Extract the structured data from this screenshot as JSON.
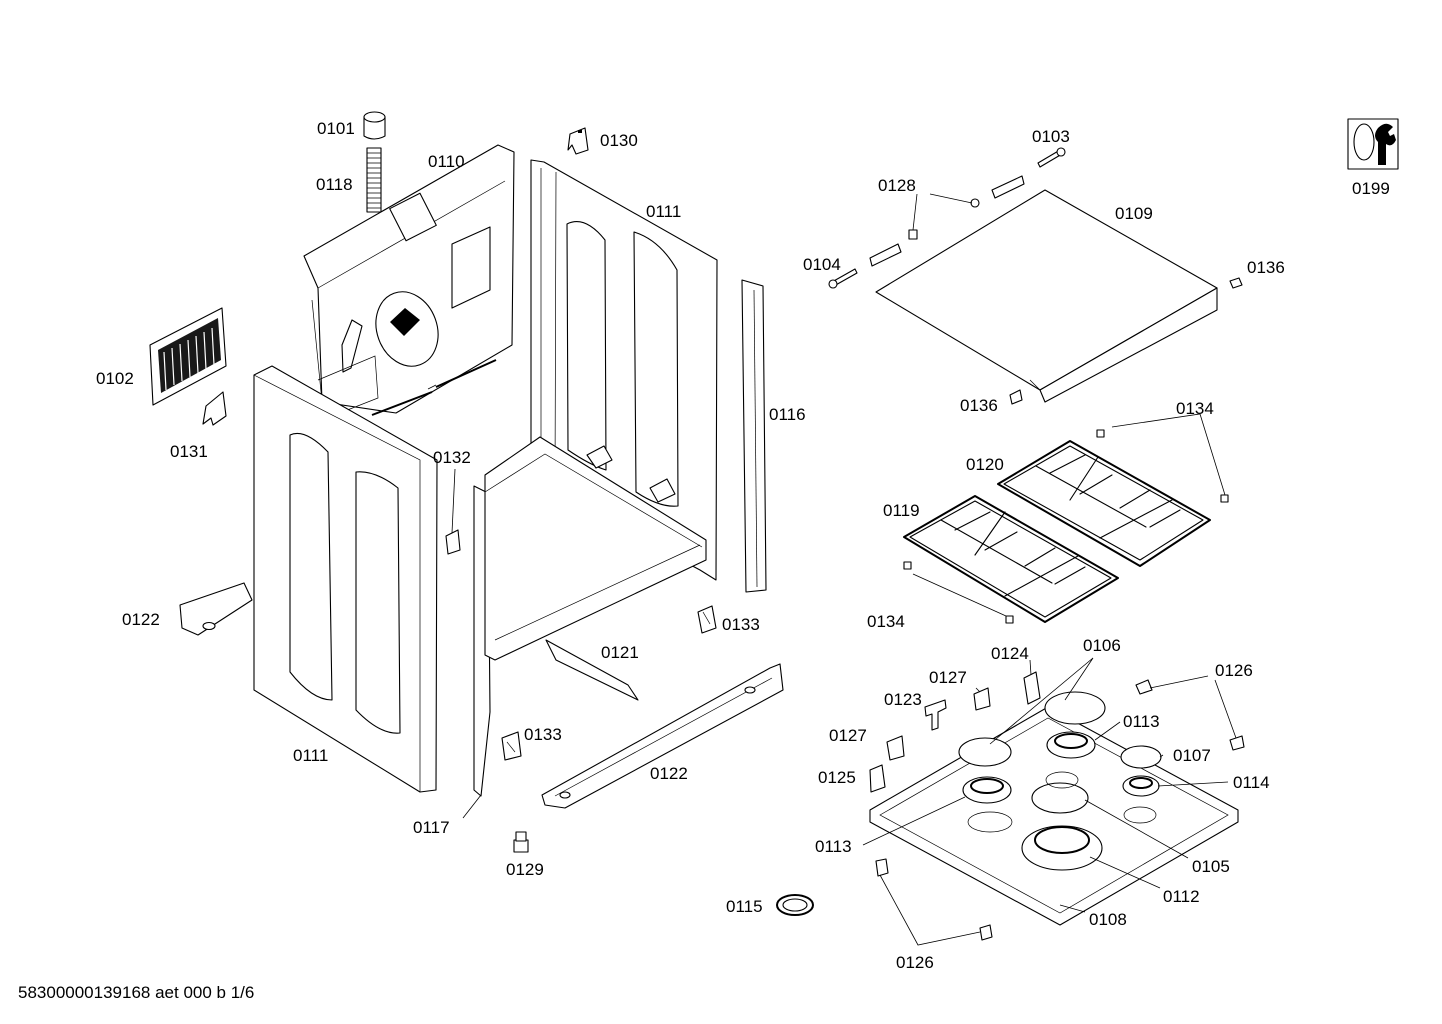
{
  "document_id": "58300000139168 aet 000 b 1/6",
  "parts": [
    {
      "id": "part-0101",
      "label": "0101"
    },
    {
      "id": "part-0118",
      "label": "0118"
    },
    {
      "id": "part-0110",
      "label": "0110"
    },
    {
      "id": "part-0130",
      "label": "0130"
    },
    {
      "id": "part-0111-rear",
      "label": "0111"
    },
    {
      "id": "part-0102",
      "label": "0102"
    },
    {
      "id": "part-0131",
      "label": "0131"
    },
    {
      "id": "part-0132",
      "label": "0132"
    },
    {
      "id": "part-0116",
      "label": "0116"
    },
    {
      "id": "part-0122-left",
      "label": "0122"
    },
    {
      "id": "part-0133-right",
      "label": "0133"
    },
    {
      "id": "part-0121",
      "label": "0121"
    },
    {
      "id": "part-0133-left",
      "label": "0133"
    },
    {
      "id": "part-0111-front",
      "label": "0111"
    },
    {
      "id": "part-0122-bottom",
      "label": "0122"
    },
    {
      "id": "part-0117",
      "label": "0117"
    },
    {
      "id": "part-0129",
      "label": "0129"
    },
    {
      "id": "part-0103",
      "label": "0103"
    },
    {
      "id": "part-0128",
      "label": "0128"
    },
    {
      "id": "part-0109",
      "label": "0109"
    },
    {
      "id": "part-0104",
      "label": "0104"
    },
    {
      "id": "part-0136-right",
      "label": "0136"
    },
    {
      "id": "part-0136-left",
      "label": "0136"
    },
    {
      "id": "part-0134-top",
      "label": "0134"
    },
    {
      "id": "part-0120",
      "label": "0120"
    },
    {
      "id": "part-0119",
      "label": "0119"
    },
    {
      "id": "part-0134-bottom",
      "label": "0134"
    },
    {
      "id": "part-0106",
      "label": "0106"
    },
    {
      "id": "part-0124",
      "label": "0124"
    },
    {
      "id": "part-0127-top",
      "label": "0127"
    },
    {
      "id": "part-0126-top",
      "label": "0126"
    },
    {
      "id": "part-0123",
      "label": "0123"
    },
    {
      "id": "part-0113-right",
      "label": "0113"
    },
    {
      "id": "part-0127-left",
      "label": "0127"
    },
    {
      "id": "part-0107",
      "label": "0107"
    },
    {
      "id": "part-0125",
      "label": "0125"
    },
    {
      "id": "part-0114",
      "label": "0114"
    },
    {
      "id": "part-0113-left",
      "label": "0113"
    },
    {
      "id": "part-0105",
      "label": "0105"
    },
    {
      "id": "part-0112",
      "label": "0112"
    },
    {
      "id": "part-0115",
      "label": "0115"
    },
    {
      "id": "part-0108",
      "label": "0108"
    },
    {
      "id": "part-0126-bottom",
      "label": "0126"
    },
    {
      "id": "part-0199",
      "label": "0199"
    }
  ]
}
